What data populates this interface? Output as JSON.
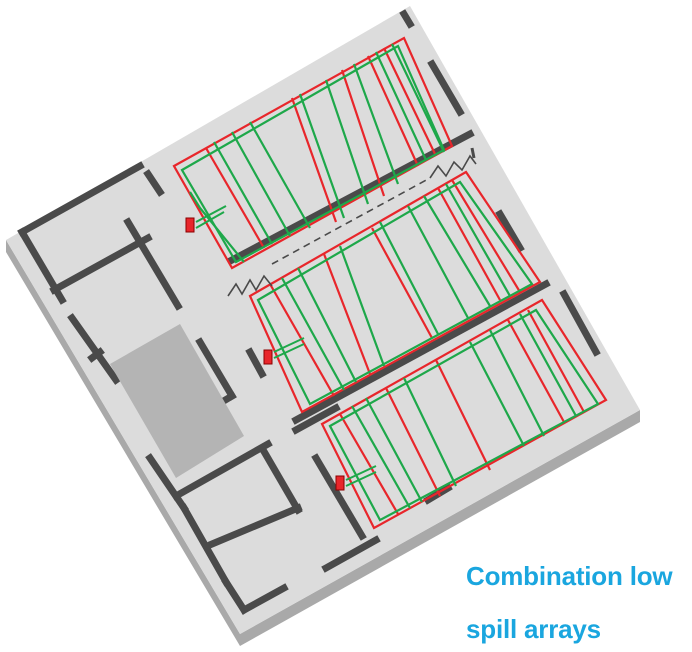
{
  "caption": {
    "line1": "Combination low",
    "line2": "spill arrays"
  },
  "colors": {
    "slab": "#dcdcdc",
    "slab_edge": "#a9a9a9",
    "wall": "#4a4a4a",
    "core": "#b4b4b4",
    "red_line": "#e8262b",
    "green_line": "#1ea84a",
    "caption": "#1aa6df"
  },
  "legend_semantics": {
    "array_count": 3,
    "line_types": [
      "red",
      "green"
    ],
    "barrier": "zigzag-dashed divider"
  }
}
